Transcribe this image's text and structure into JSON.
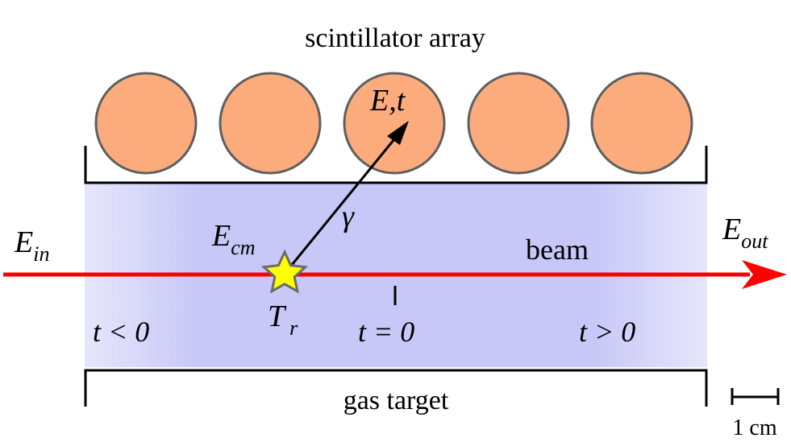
{
  "title": "scintillator array",
  "bottom_label": "gas target",
  "scale_bar_label": "1 cm",
  "detector_count": 5,
  "labels": {
    "e_in_main": "E",
    "e_in_sub": "in",
    "e_out_main": "E",
    "e_out_sub": "out",
    "e_cm_main": "E",
    "e_cm_sub": "cm",
    "t_r_main": "T",
    "t_r_sub": "r",
    "gamma": "γ",
    "detected": "E,t",
    "beam": "beam",
    "t_neg": "t < 0",
    "t_zero": "t = 0",
    "t_pos": "t > 0"
  },
  "colors": {
    "gas": "#c8c8f8",
    "gas_edge": "#e6e6fb",
    "beam": "#ff0000",
    "scintillator_fill": "#fcac7c",
    "scintillator_stroke": "#5f5f5f",
    "star_fill": "#ffff00",
    "star_stroke": "#6b6b6b",
    "line": "#000000"
  }
}
